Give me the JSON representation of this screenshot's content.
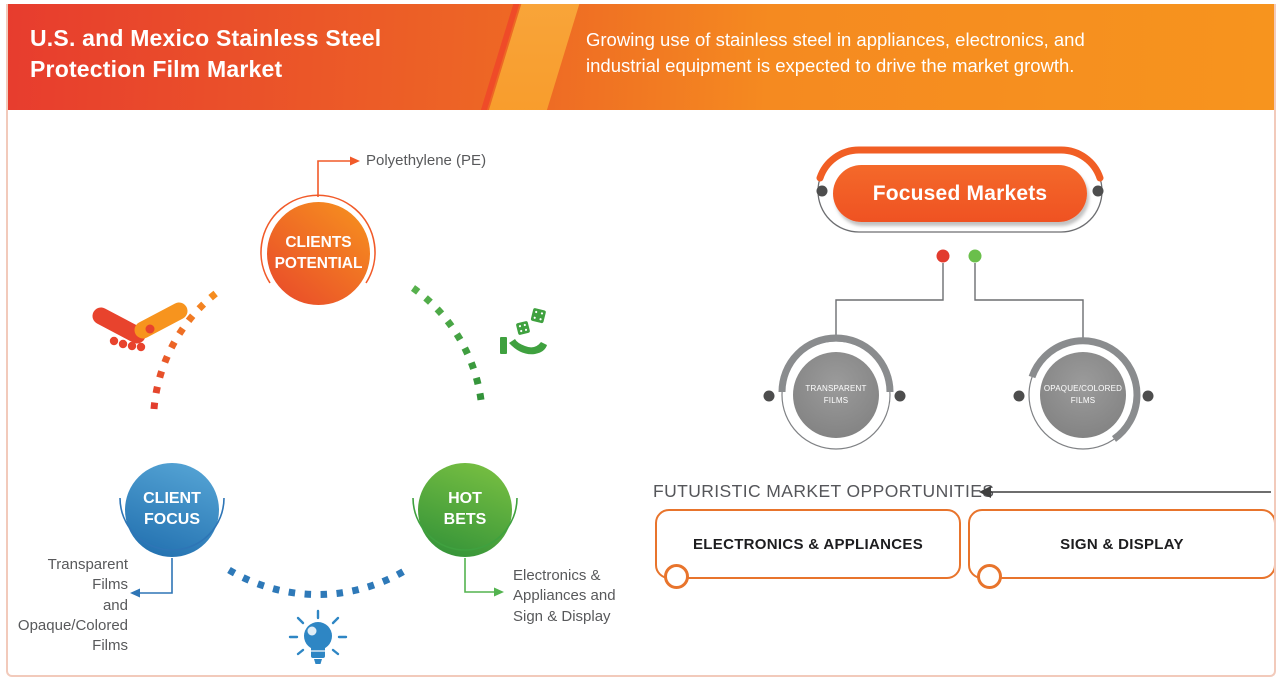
{
  "header": {
    "title": "U.S. and Mexico Stainless Steel\nProtection Film Market",
    "subtitle": "Growing use of stainless steel in appliances, electronics, and\nindustrial equipment is expected to drive the market growth."
  },
  "cycle": {
    "nodes": [
      {
        "id": "clients-potential",
        "label": "CLIENTS\nPOTENTIAL",
        "callout": "Polyethylene (PE)"
      },
      {
        "id": "client-focus",
        "label": "CLIENT\nFOCUS",
        "callout": "Transparent Films\nand\nOpaque/Colored\nFilms"
      },
      {
        "id": "hot-bets",
        "label": "HOT\nBETS",
        "callout": "Electronics &\nAppliances and\nSign & Display"
      }
    ],
    "icons": [
      "handshake-icon",
      "dice-hand-icon",
      "lightbulb-icon"
    ]
  },
  "focused_markets": {
    "title": "Focused Markets",
    "children": [
      {
        "label": "TRANSPARENT FILMS"
      },
      {
        "label": "OPAQUE/COLORED\nFILMS"
      }
    ]
  },
  "opportunities": {
    "heading": "FUTURISTIC MARKET OPPORTUNITIES",
    "items": [
      {
        "label": "ELECTRONICS & APPLIANCES"
      },
      {
        "label": "SIGN & DISPLAY"
      }
    ]
  },
  "colors": {
    "header_gradient_start": "#e73c2e",
    "header_gradient_end": "#f7941e",
    "orange_accent": "#f15a29",
    "red_accent": "#e23b2e",
    "blue_accent": "#2e75b6",
    "green_accent": "#3fa13f",
    "gray_node": "#8a8a8a",
    "dark_dot": "#4d4d4d",
    "text_gray": "#58595b",
    "box_border": "#e8742c"
  }
}
